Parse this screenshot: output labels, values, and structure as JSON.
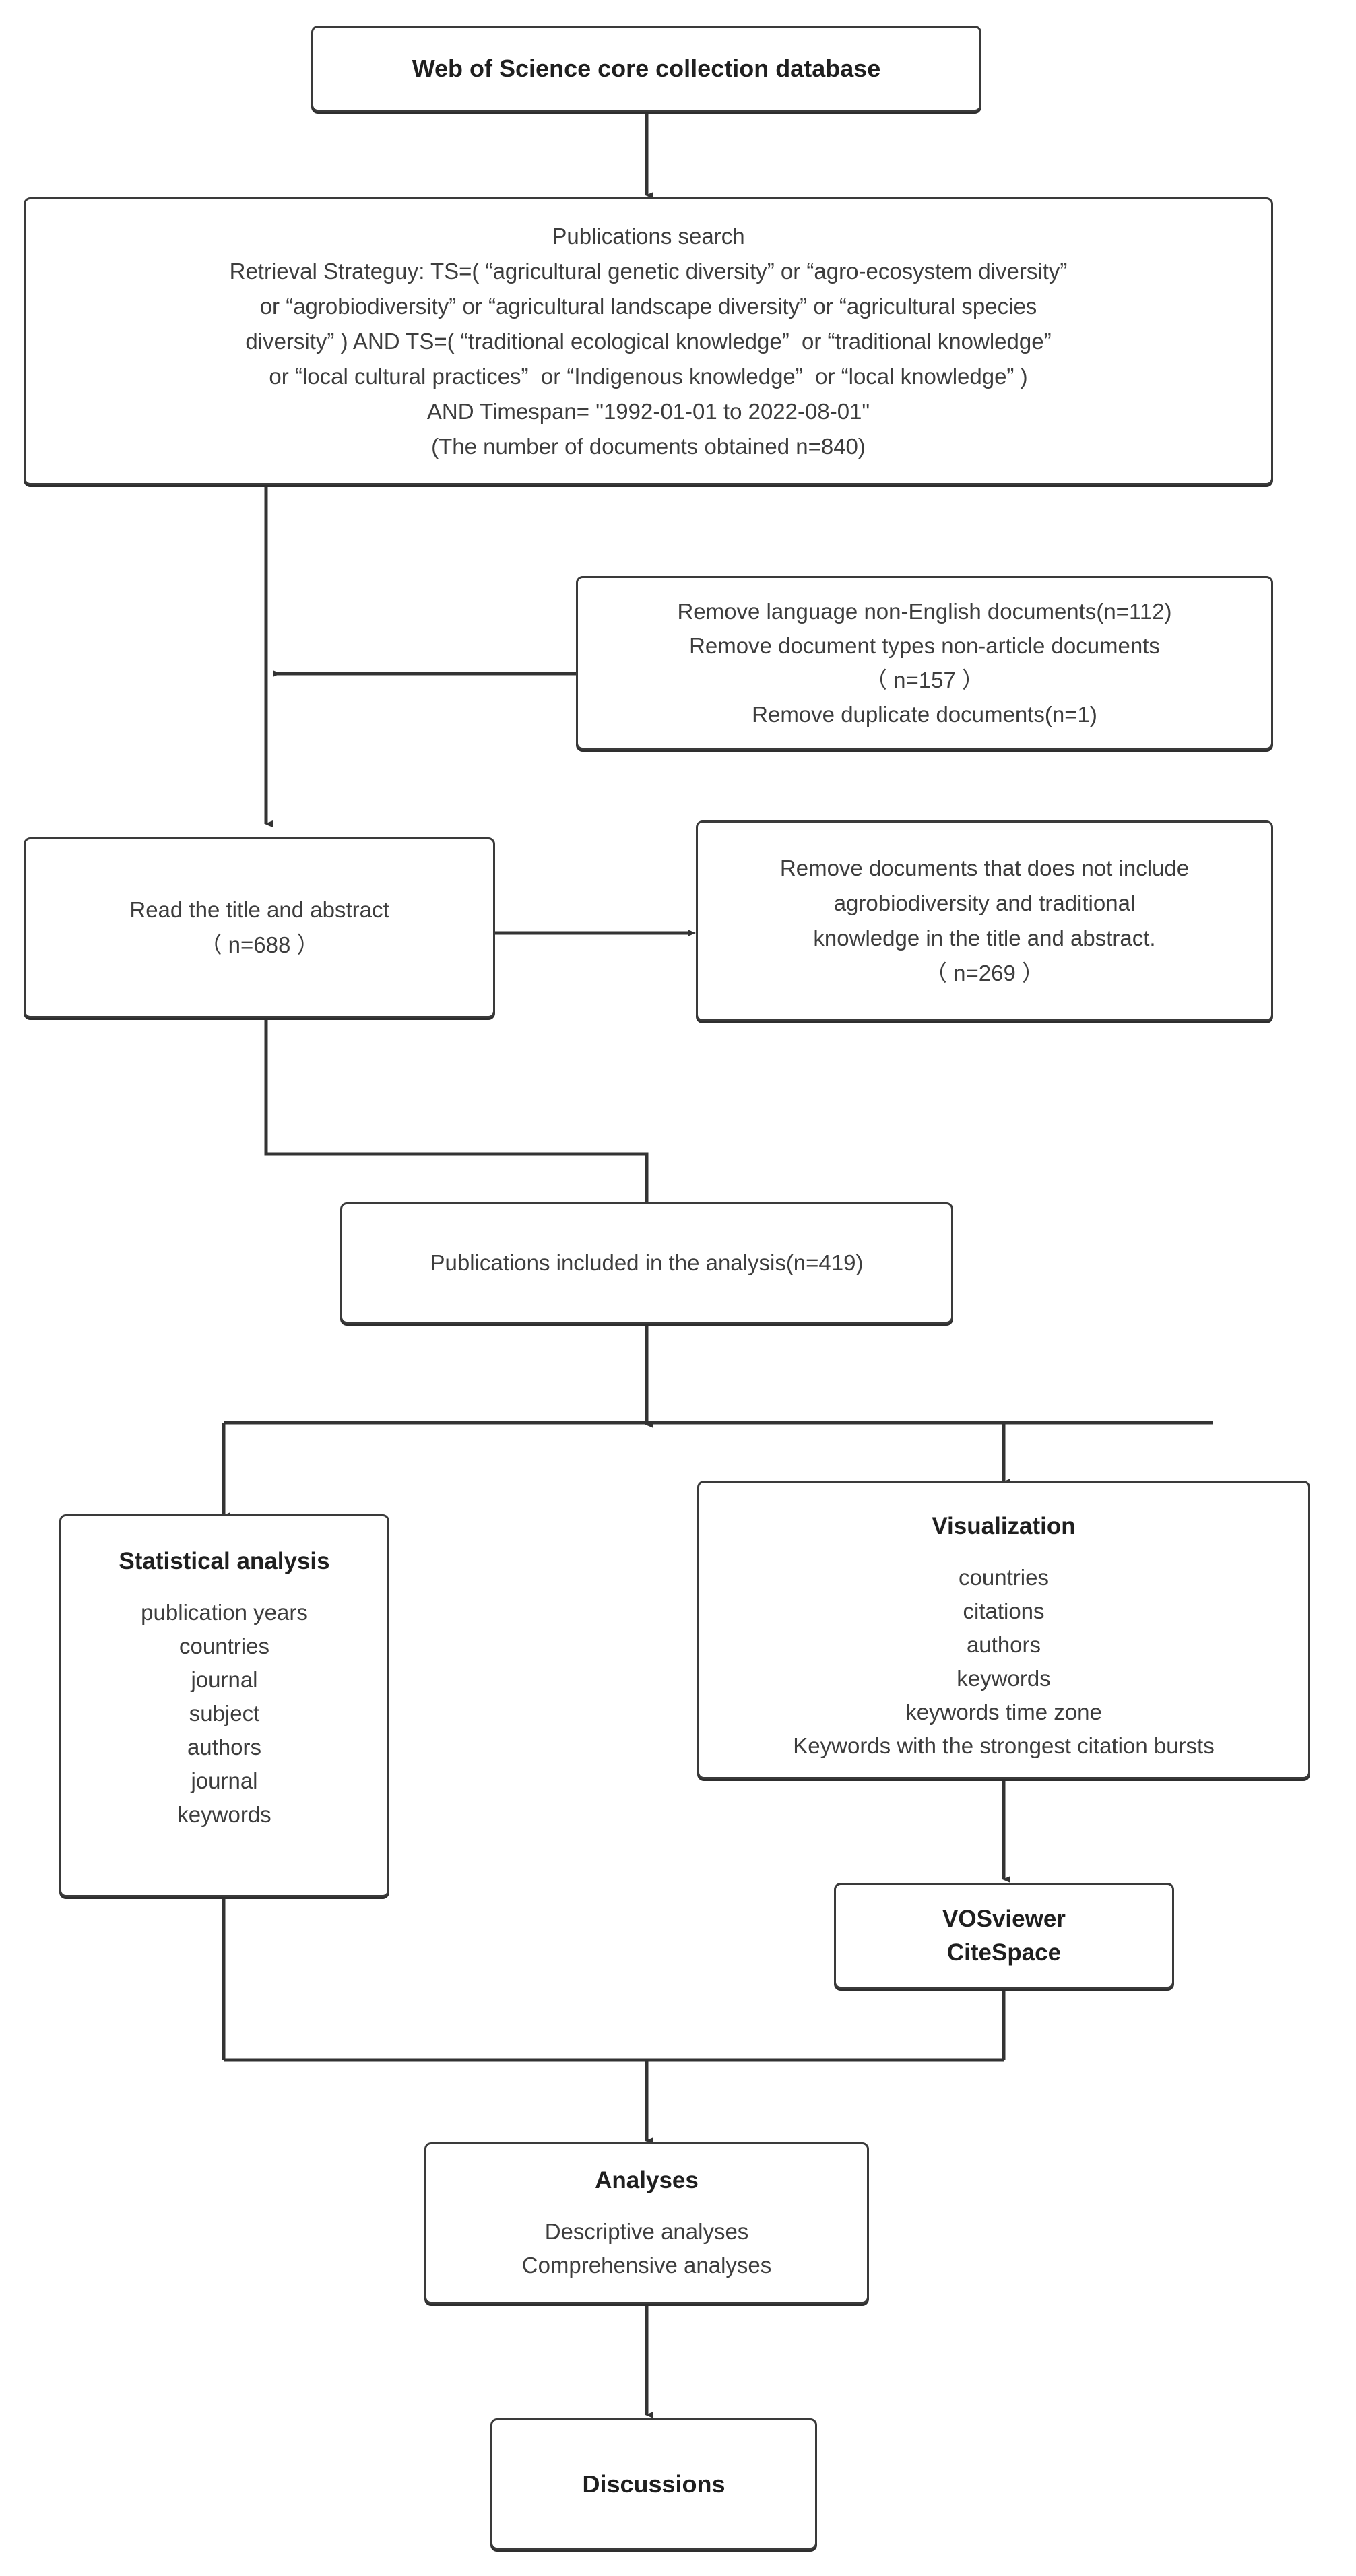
{
  "diagram": {
    "title_node": {
      "label": "Web of Science core collection database"
    },
    "search_node": {
      "heading": "Publications search",
      "line1": "Retrieval Strateguy: TS=( “agricultural genetic diversity” or “agro-ecosystem diversity”",
      "line2": "or “agrobiodiversity” or “agricultural landscape diversity” or “agricultural species",
      "line3": "diversity” ) AND TS=( “traditional ecological knowledge”  or “traditional knowledge”",
      "line4": "or “local cultural practices”  or “Indigenous knowledge”  or “local knowledge” )",
      "line5": "AND Timespan= \"1992-01-01 to 2022-08-01\"",
      "line6": "(The number of documents obtained n=840)"
    },
    "exclusion1_node": {
      "line1": "Remove language non-English documents(n=112)",
      "line2": "Remove document types non-article documents",
      "line3": "（ n=157 ）",
      "line4": "Remove duplicate documents(n=1)"
    },
    "screening_node": {
      "line1": "Read the title and abstract",
      "line2": "（ n=688 ）"
    },
    "exclusion2_node": {
      "line1": "Remove documents that does not include",
      "line2": "agrobiodiversity and traditional",
      "line3": "knowledge in the title and abstract.",
      "line4": "（ n=269 ）"
    },
    "included_node": {
      "label": "Publications included in the analysis(n=419)"
    },
    "statistical_node": {
      "heading": "Statistical analysis",
      "items": [
        "publication years",
        "countries",
        "journal",
        "subject",
        "authors",
        "journal",
        "keywords"
      ]
    },
    "visualization_node": {
      "heading": "Visualization",
      "items": [
        "countries",
        "citations",
        "authors",
        "keywords",
        "keywords time zone",
        "Keywords with the strongest citation bursts"
      ]
    },
    "tools_node": {
      "line1": "VOSviewer",
      "line2": "CiteSpace"
    },
    "analyses_node": {
      "heading": "Analyses",
      "line1": "Descriptive analyses",
      "line2": "Comprehensive analyses"
    },
    "discussions_node": {
      "label": "Discussions"
    },
    "colors": {
      "border": "#3a3a3a",
      "text": "#3d3d3d",
      "heading": "#1f1f1f",
      "edge": "#333333",
      "background": "#ffffff"
    }
  }
}
